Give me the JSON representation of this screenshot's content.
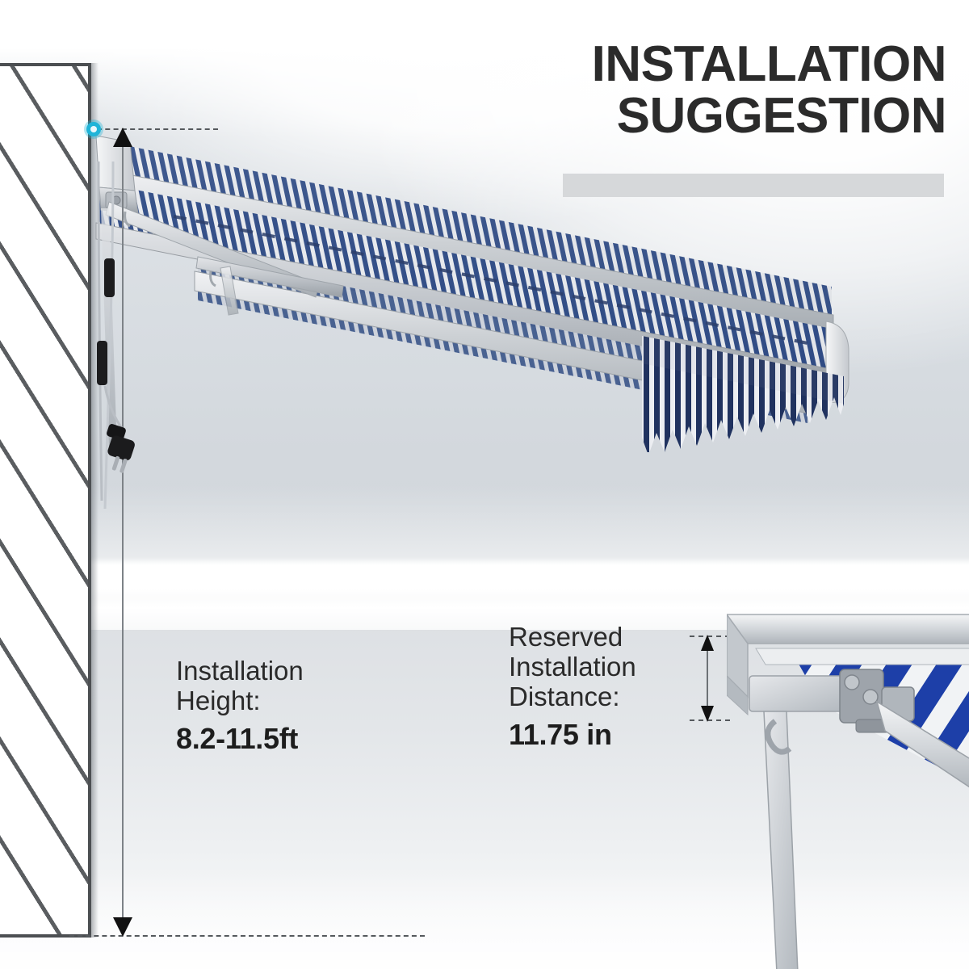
{
  "heading": {
    "line1": "INSTALLATION",
    "line2": "SUGGESTION"
  },
  "callouts": [
    {
      "id": "installation-height",
      "label_line1": "Installation",
      "label_line2": "Height:",
      "value": "8.2-11.5ft"
    },
    {
      "id": "reserved-installation-distance",
      "label_line1": "Reserved",
      "label_line2": "Installation",
      "label_line3": "Distance:",
      "value": "11.75 in"
    }
  ],
  "colors": {
    "heading_text": "#2b2b2b",
    "accent_bar": "#d6d8da",
    "anchor_marker": "#20b4d8",
    "fabric_stripe_navy": "#1f3f8f",
    "fabric_white": "#f4f5f7",
    "frame_aluminum": "#c9ccd0",
    "wall_outline": "#4c4f52",
    "dimension_line": "#55595d",
    "background_sky": "#d3d8dd"
  },
  "diagram": {
    "product": "retractable patio awning",
    "wall_label": "hatched wall cross-section",
    "anchor_point_label": "mounting anchor point",
    "height_dimension_label": "installation height dimension line",
    "distance_dimension_label": "reserved installation distance dimension line",
    "power_cord_label": "motor power cord with plug",
    "valance_label": "scalloped striped valance",
    "inset_label": "close-up of wall bracket and cassette"
  }
}
